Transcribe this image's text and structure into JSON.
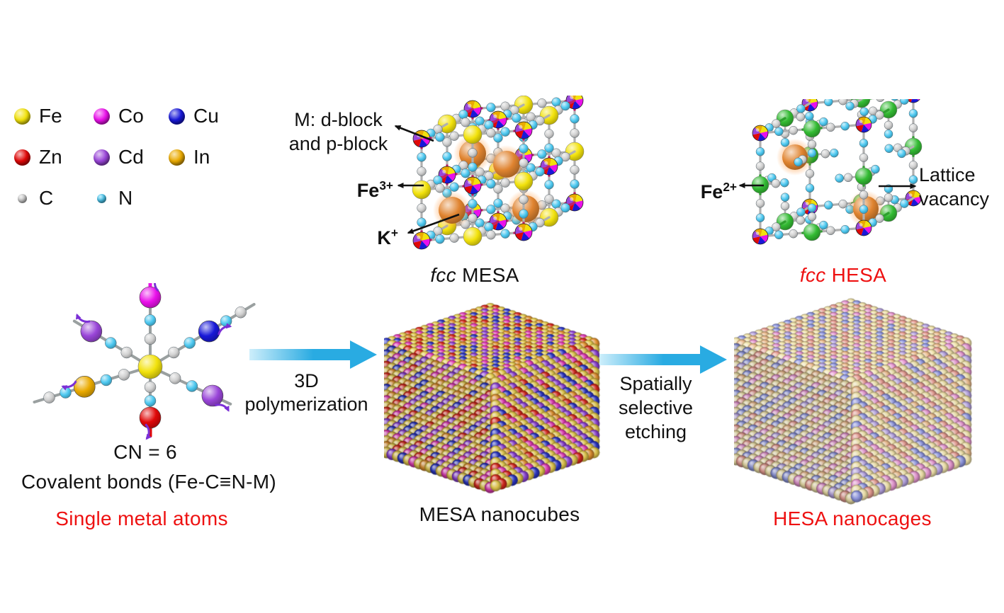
{
  "colors": {
    "background": "#ffffff",
    "text_black": "#111111",
    "text_red": "#ee1111",
    "fe_yellow": "#f2e20c",
    "co_magenta": "#ea10ea",
    "cu_blue": "#1818d8",
    "zn_red": "#e00808",
    "cd_purple": "#9945d8",
    "in_gold": "#eaaa00",
    "c_gray": "#d0d0d0",
    "n_cyan": "#4cc8f0",
    "fe2_green": "#33bb33",
    "k_orange": "#e08430",
    "bond_gray": "#b0b0b0",
    "mesa_bond_stub": "#c21f6a",
    "hesa_bond_stub": "#2da02d",
    "process_arrow": "#29abe2",
    "process_arrow_light": "#cdeefb",
    "rotation_arrow_purple": "#7b2fd6"
  },
  "legend": {
    "items": [
      {
        "symbol": "Fe",
        "color": "fe_yellow",
        "size": "large"
      },
      {
        "symbol": "Co",
        "color": "co_magenta",
        "size": "large"
      },
      {
        "symbol": "Cu",
        "color": "cu_blue",
        "size": "large"
      },
      {
        "symbol": "Zn",
        "color": "zn_red",
        "size": "large"
      },
      {
        "symbol": "Cd",
        "color": "cd_purple",
        "size": "large"
      },
      {
        "symbol": "In",
        "color": "in_gold",
        "size": "large"
      },
      {
        "symbol": "C",
        "color": "c_gray",
        "size": "small"
      },
      {
        "symbol": "N",
        "color": "n_cyan",
        "size": "small"
      }
    ]
  },
  "mesa_lattice": {
    "annotation_m_line1": "M: d-block",
    "annotation_m_line2": "and p-block",
    "annotation_fe_base": "Fe",
    "annotation_fe_sup": "3+",
    "annotation_k_base": "K",
    "annotation_k_sup": "+",
    "caption_italic": "fcc",
    "caption_text": "MESA",
    "fe_site_color": "fe_yellow",
    "m_site_colors": [
      "fe_yellow",
      "co_magenta",
      "cu_blue",
      "zn_red",
      "cd_purple",
      "in_gold"
    ]
  },
  "hesa_lattice": {
    "annotation_fe_base": "Fe",
    "annotation_fe_sup": "2+",
    "annotation_vacancy_line1": "Lattice",
    "annotation_vacancy_line2": "vacancy",
    "caption_italic": "fcc",
    "caption_text": "HESA",
    "fe_site_color": "fe2_green",
    "m_site_colors": [
      "fe_yellow",
      "co_magenta",
      "cu_blue",
      "zn_red",
      "cd_purple",
      "in_gold"
    ]
  },
  "molecule": {
    "center_metal": "fe_yellow",
    "arms": [
      {
        "direction_deg": 90,
        "metal": "co_magenta",
        "tail": "color",
        "dist": 98
      },
      {
        "direction_deg": 270,
        "metal": "zn_red",
        "tail": "color",
        "dist": 72
      },
      {
        "direction_deg": 149,
        "metal": "cd_purple",
        "tail": "line",
        "dist": 97
      },
      {
        "direction_deg": 31,
        "metal": "cu_blue",
        "tail": "chain",
        "dist": 97
      },
      {
        "direction_deg": 197,
        "metal": "in_gold",
        "tail": "chain",
        "dist": 97
      },
      {
        "direction_deg": 335,
        "metal": "cd_purple",
        "tail": "line",
        "dist": 97
      }
    ],
    "caption_line1": "CN = 6",
    "caption_line2": "Covalent bonds (Fe-C≡N-M)",
    "caption_line3": "Single metal atoms"
  },
  "process": {
    "step1_line1": "3D",
    "step1_line2": "polymerization",
    "step2_line1": "Spatially",
    "step2_line2": "selective",
    "step2_line3": "etching"
  },
  "nanocube": {
    "caption": "MESA nanocubes",
    "base_color": "#e2c84d",
    "palette": [
      {
        "color": "#d5281c",
        "weight": 0.22
      },
      {
        "color": "#2b35c3",
        "weight": 0.22
      },
      {
        "color": "#e03ab4",
        "weight": 0.22
      },
      {
        "color": "#8a3fd1",
        "weight": 0.18
      },
      {
        "color": "#de8f2e",
        "weight": 0.16
      }
    ]
  },
  "nanocage": {
    "caption": "HESA nanocages",
    "base_color": "#e6d072",
    "palette": [
      {
        "color": "#d8604e",
        "weight": 0.24
      },
      {
        "color": "#4a58cf",
        "weight": 0.22
      },
      {
        "color": "#d955b5",
        "weight": 0.2
      },
      {
        "color": "#8a6ad1",
        "weight": 0.18
      },
      {
        "color": "#dd8f44",
        "weight": 0.16
      }
    ],
    "pale_mix": 0.38
  }
}
